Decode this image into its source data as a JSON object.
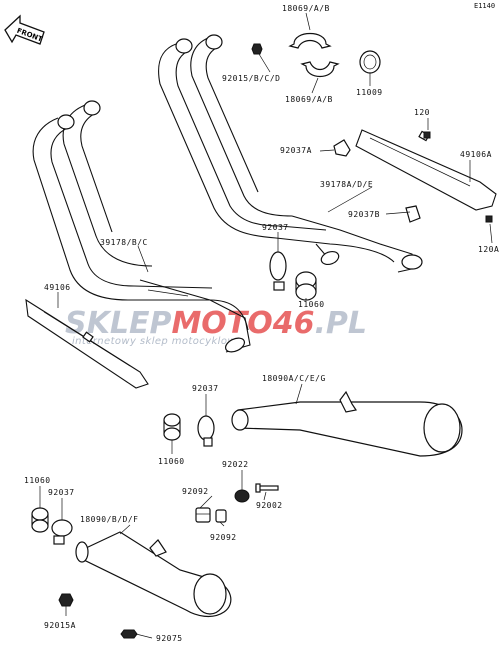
{
  "diagram_code": "E1140",
  "front_label": "FRONT",
  "watermark": {
    "brand_a": "SKLEP",
    "brand_b": "MOTO46",
    "brand_c": ".PL",
    "tagline": "internetowy sklep motocyklowy"
  },
  "labels": {
    "p18069_top": "18069/A/B",
    "p92015_bcd": "92015/B/C/D",
    "p18069_bot": "18069/A/B",
    "p11009": "11009",
    "p120": "120",
    "p92037A": "92037A",
    "p49106A": "49106A",
    "p39178ade": "39178A/D/E",
    "p92037B": "92037B",
    "p120A": "120A",
    "p92037_mid": "92037",
    "p11060_mid": "11060",
    "p39178bc": "39178/B/C",
    "p49106": "49106",
    "p92037_low": "92037",
    "p18090aceg": "18090A/C/E/G",
    "p11060_low": "11060",
    "p92022": "92022",
    "p92092_a": "92092",
    "p92002": "92002",
    "p11060_left": "11060",
    "p92037_left": "92037",
    "p18090bdf": "18090/B/D/F",
    "p92092_b": "92092",
    "p92015A": "92015A",
    "p92075": "92075"
  },
  "colors": {
    "line": "#111111",
    "watermark_gray": "#aab4c4",
    "watermark_red": "#e23a3a"
  }
}
